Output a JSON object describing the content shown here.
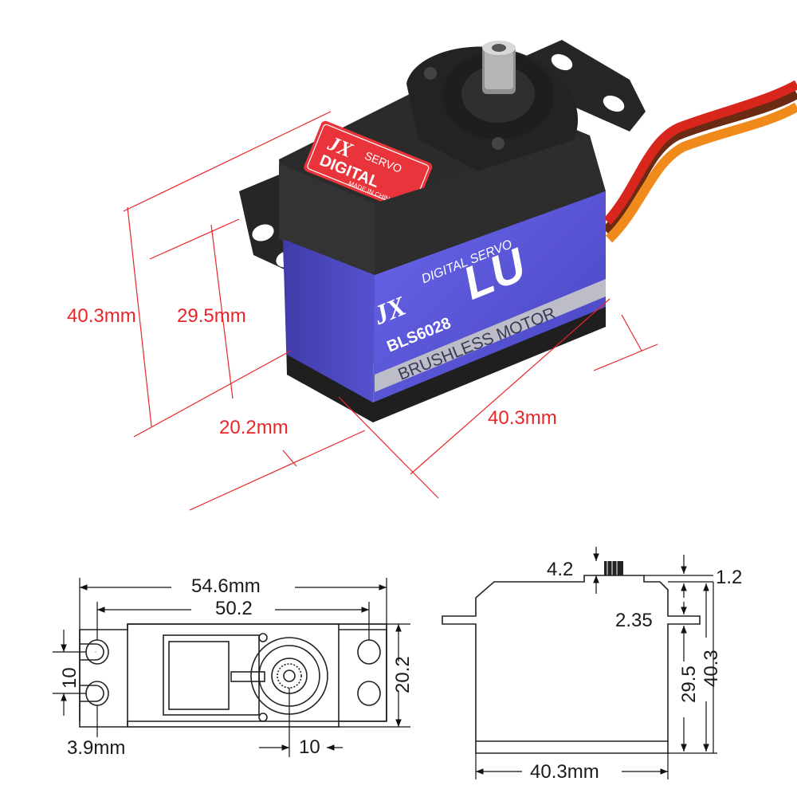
{
  "brand": {
    "logo_text": "JX",
    "label_digital": "DIGITAL",
    "label_servo": "SERVO",
    "label_made": "MADE IN CHINA",
    "side_series": "LU",
    "side_digital_servo": "DIGITAL SERVO",
    "side_model": "BLS6028",
    "side_brushless": "BRUSHLESS MOTOR"
  },
  "photo_dimensions": {
    "height_total": "40.3mm",
    "height_body": "29.5mm",
    "width": "20.2mm",
    "length": "40.3mm"
  },
  "top_view": {
    "overall_span": "54.6mm",
    "hole_span": "50.2",
    "slot_pitch": "10",
    "body_width": "20.2",
    "slot_width": "3.9mm",
    "spline_offset": "10"
  },
  "side_view": {
    "spline_height": "4.2",
    "top_step": "1.2",
    "flange_thickness": "2.35",
    "body_height": "29.5",
    "total_height": "40.3",
    "length": "40.3mm"
  },
  "colors": {
    "dimension_red": "#e8262a",
    "case_black": "#2b2b2b",
    "case_blue": "#5a55d8",
    "label_red": "#e8343a",
    "wire_red": "#d8261c",
    "wire_orange": "#f08a1a",
    "wire_brown": "#6a2a14"
  }
}
